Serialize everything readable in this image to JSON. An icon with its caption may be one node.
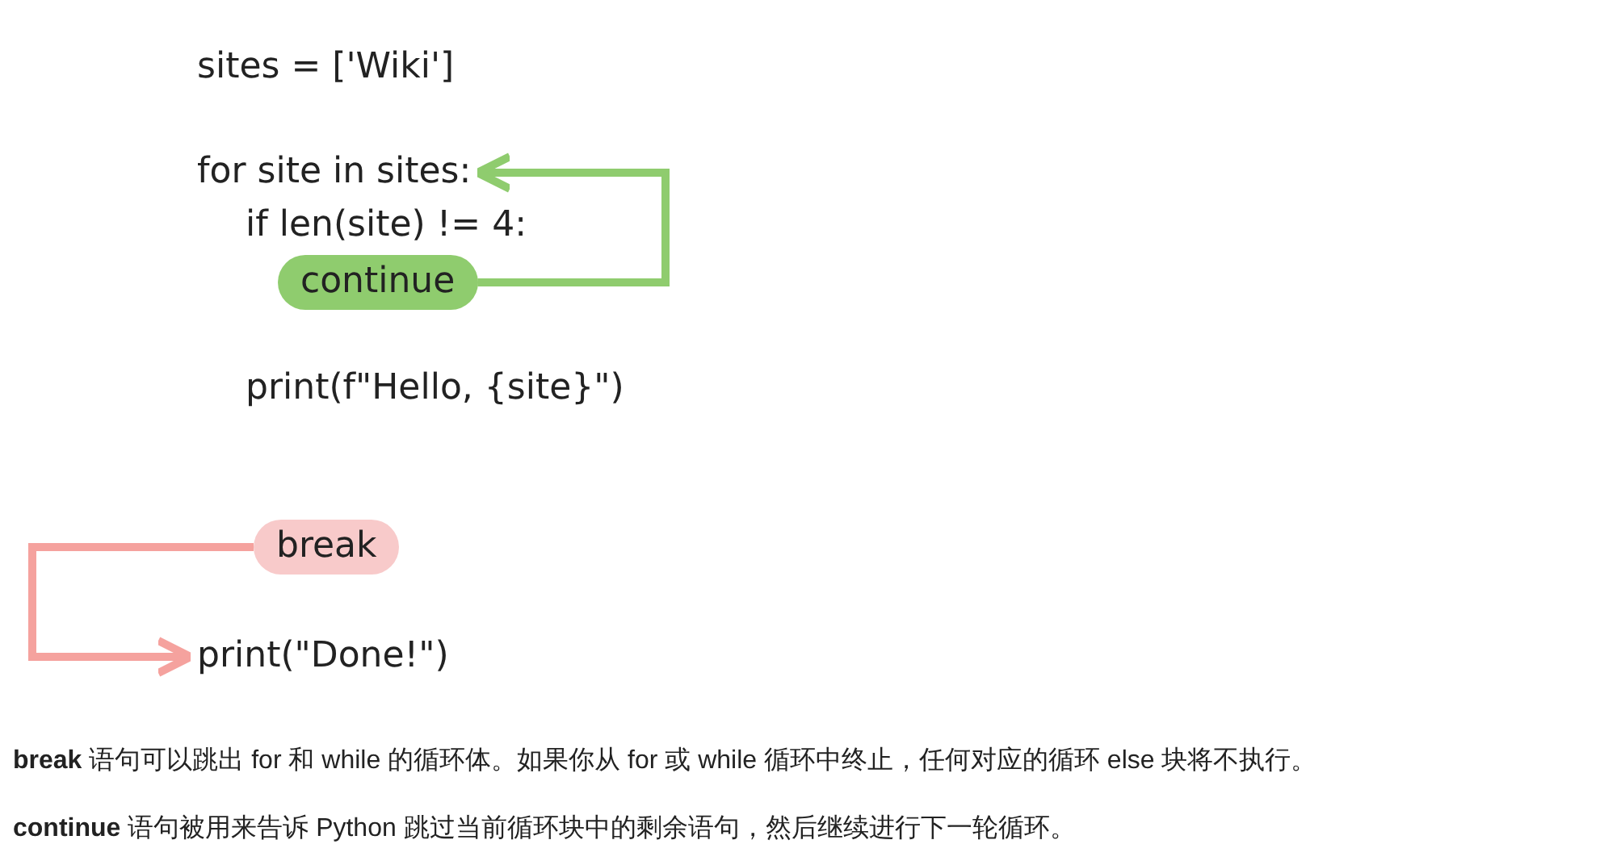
{
  "diagram": {
    "nodes": [
      {
        "text": [
          "for site in sites:"
        ]
      },
      {
        "text": [
          "continue"
        ]
      },
      {
        "text": [
          "break"
        ]
      },
      {
        "text": [
          "print(\"Done!\")"
        ]
      }
    ],
    "edges": [
      {
        "from": 1,
        "to": 0,
        "arrow": "to",
        "color": "#8fcc6e"
      },
      {
        "from": 2,
        "to": 3,
        "arrow": "to",
        "color": "#f5a29e"
      }
    ],
    "labels": [
      "sites = ['Wiki']",
      "if len(site) != 4:",
      "print(f\"Hello, {site}\")",
      "**break** 语句可以跳出 for 和 while 的循环体。如果你从 for 或 while 循环中终止，任何对应的循环 else 块将不执行。",
      "**continue** 语句被用来告诉 Python 跳过当前循环块中的剩余语句，然后继续进行下一轮循环。"
    ]
  }
}
